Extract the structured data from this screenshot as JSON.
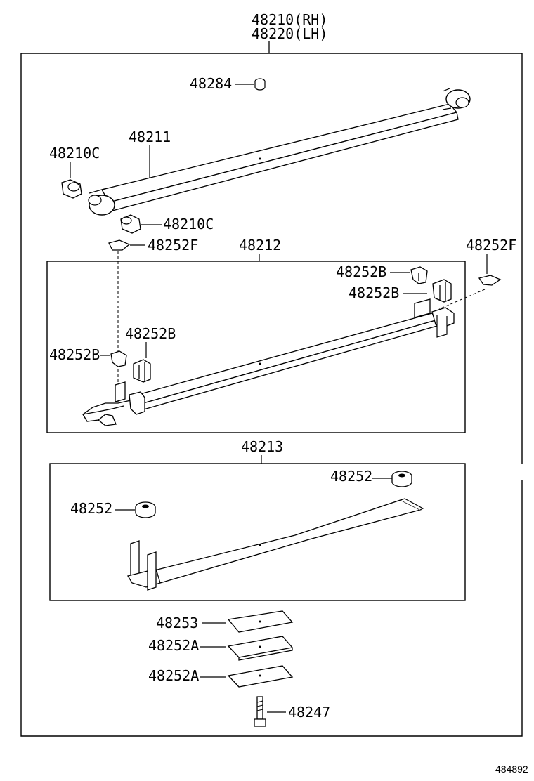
{
  "title": {
    "line1": "48210(RH)",
    "line2": "48220(LH)"
  },
  "labels": {
    "bushing_top": "48284",
    "main_leaf": "48211",
    "bushing_left": "48210C",
    "bushing_right": "48210C",
    "insert_left": "48252F",
    "insert_right": "48252F",
    "leaf2": "48212",
    "clip_b1": "48252B",
    "clip_b2": "48252B",
    "clip_b3": "48252B",
    "clip_b4": "48252B",
    "leaf3": "48213",
    "pad_right": "48252",
    "pad_left": "48252",
    "plate1": "48253",
    "plate2": "48252A",
    "plate3": "48252A",
    "center_bolt": "48247"
  },
  "footer": {
    "figure_code": "484892"
  }
}
